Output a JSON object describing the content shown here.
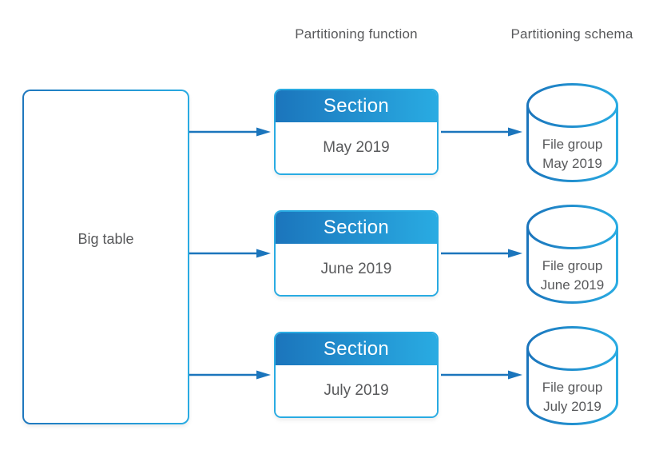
{
  "diagram": {
    "headers": {
      "function": "Partitioning function",
      "schema": "Partitioning schema"
    },
    "big_table": {
      "label": "Big table"
    },
    "sections": [
      {
        "title": "Section",
        "period": "May 2019"
      },
      {
        "title": "Section",
        "period": "June 2019"
      },
      {
        "title": "Section",
        "period": "July 2019"
      }
    ],
    "file_groups": [
      {
        "line1": "File group",
        "line2": "May 2019"
      },
      {
        "line1": "File group",
        "line2": "June 2019"
      },
      {
        "line1": "File group",
        "line2": "July 2019"
      }
    ],
    "colors": {
      "blue_dark": "#1b75bc",
      "blue_light": "#29abe2",
      "text_gray": "#58595b",
      "background": "#ffffff"
    }
  }
}
